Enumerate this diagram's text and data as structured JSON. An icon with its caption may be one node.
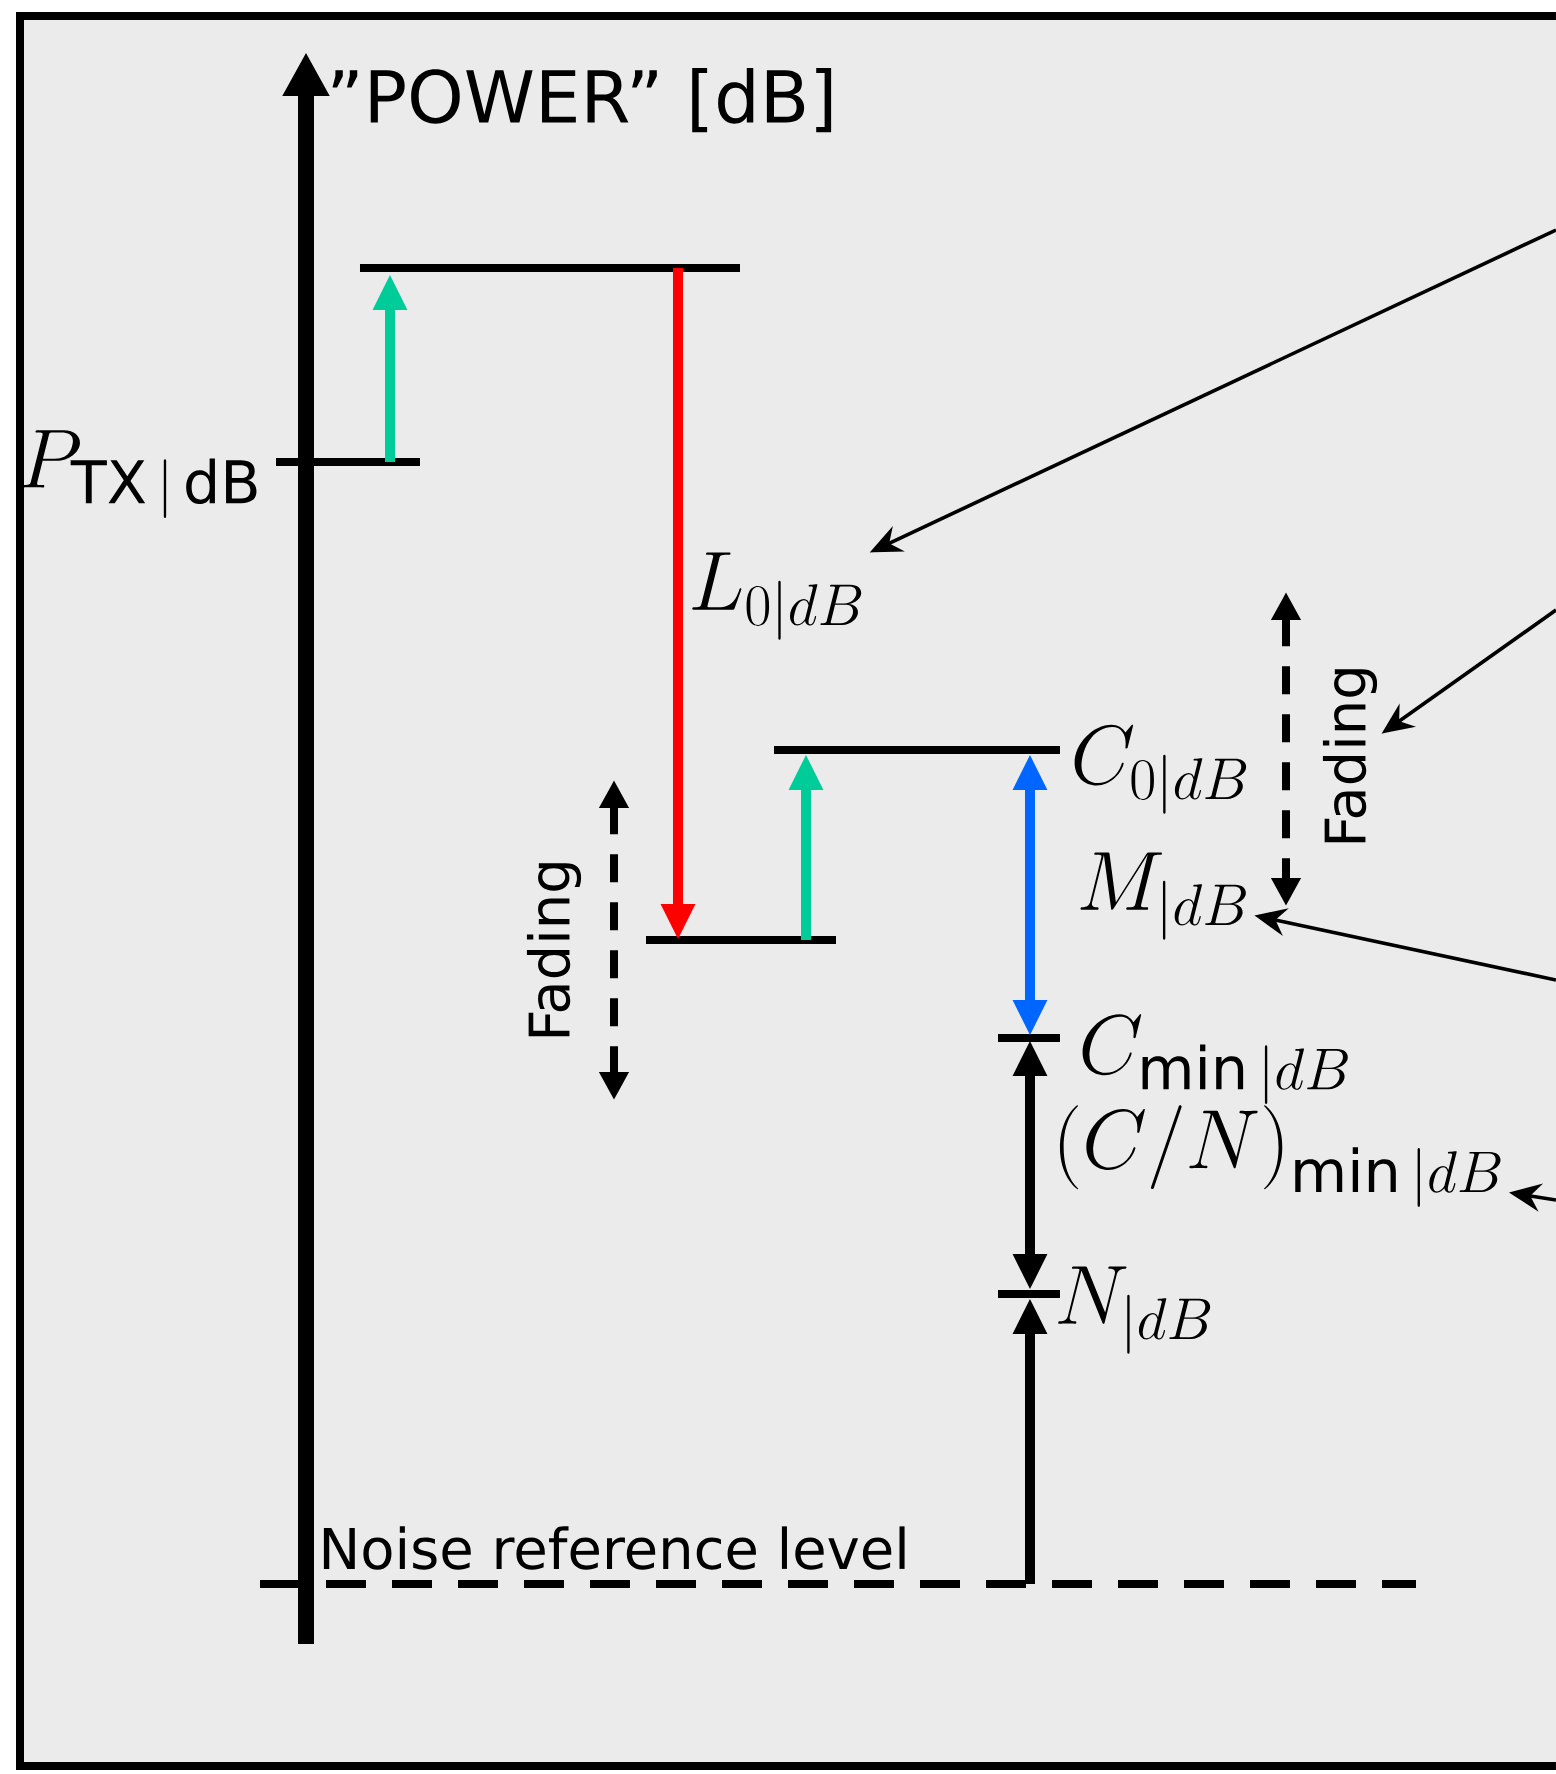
{
  "diagram": {
    "nodes": [
      {
        "text": [
          "L_{0|dB}"
        ]
      },
      {
        "text": [
          "Fading"
        ]
      },
      {
        "text": [
          "M_{|dB}"
        ]
      },
      {
        "text": [
          "\\left( C / N \\right)_{\\min|dB}"
        ]
      }
    ],
    "edges": [
      {
        "from": null,
        "to": 0,
        "arrow": "to"
      },
      {
        "from": null,
        "to": 1,
        "arrow": "to"
      },
      {
        "from": null,
        "to": 2,
        "arrow": "to"
      },
      {
        "from": null,
        "to": 3,
        "arrow": "to"
      }
    ],
    "labels": [
      "”POWER” [dB]",
      "P_{\\mathrm{TX}\\,|\\,\\mathrm{dB}}",
      "C_{0|dB}",
      "Fading",
      "C_{\\min|dB}",
      "N_{|dB}",
      "Noise reference level"
    ]
  }
}
